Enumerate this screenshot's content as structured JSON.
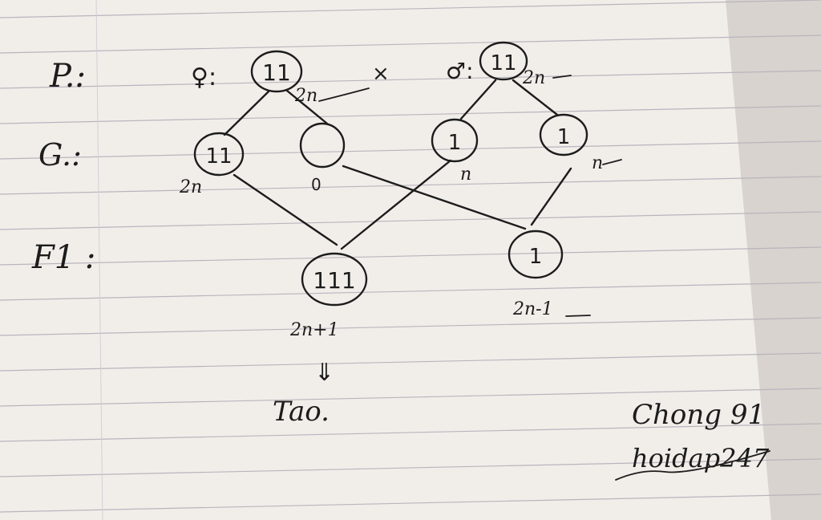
{
  "rows": {
    "parents": "P.:",
    "gametes": "G.:",
    "offspring": "F1 :"
  },
  "female": {
    "symbol": "♀:",
    "chromosomes": "11",
    "ploidy": "2n"
  },
  "cross_symbol": "×",
  "male": {
    "symbol": "♂:",
    "chromosomes": "11",
    "ploidy": "2n"
  },
  "gametes": {
    "female_a": {
      "chromosomes": "11",
      "ploidy": "2n"
    },
    "female_b": {
      "chromosomes": "",
      "ploidy": "0"
    },
    "male_a": {
      "chromosomes": "1",
      "ploidy": "n"
    },
    "male_b": {
      "chromosomes": "1",
      "ploidy": "n"
    }
  },
  "offspring": {
    "a": {
      "chromosomes": "111",
      "ploidy": "2n+1"
    },
    "b": {
      "chromosomes": "1",
      "ploidy": "2n-1"
    }
  },
  "arrow": "⇓",
  "result": "Tao.",
  "signature": {
    "line1": "Chong 91",
    "line2": "hoidap247"
  },
  "colors": {
    "paper": "#f1eeea",
    "ink": "#1c1c1c",
    "rule_line": "#b9b4bd",
    "margin_line": "#c9c3c9"
  }
}
